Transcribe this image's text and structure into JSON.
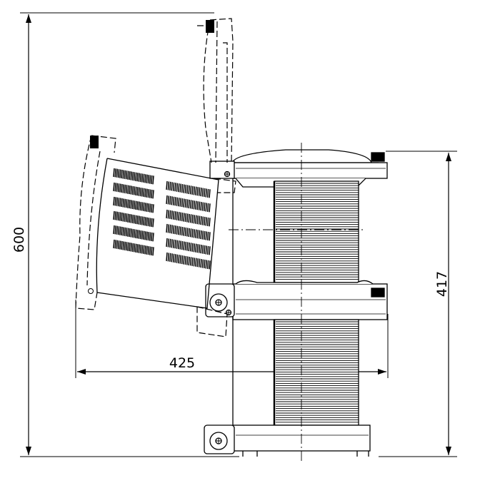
{
  "drawing": {
    "dimensions": {
      "overall_height": "600",
      "lamp_height": "417",
      "swing_width": "425"
    }
  }
}
